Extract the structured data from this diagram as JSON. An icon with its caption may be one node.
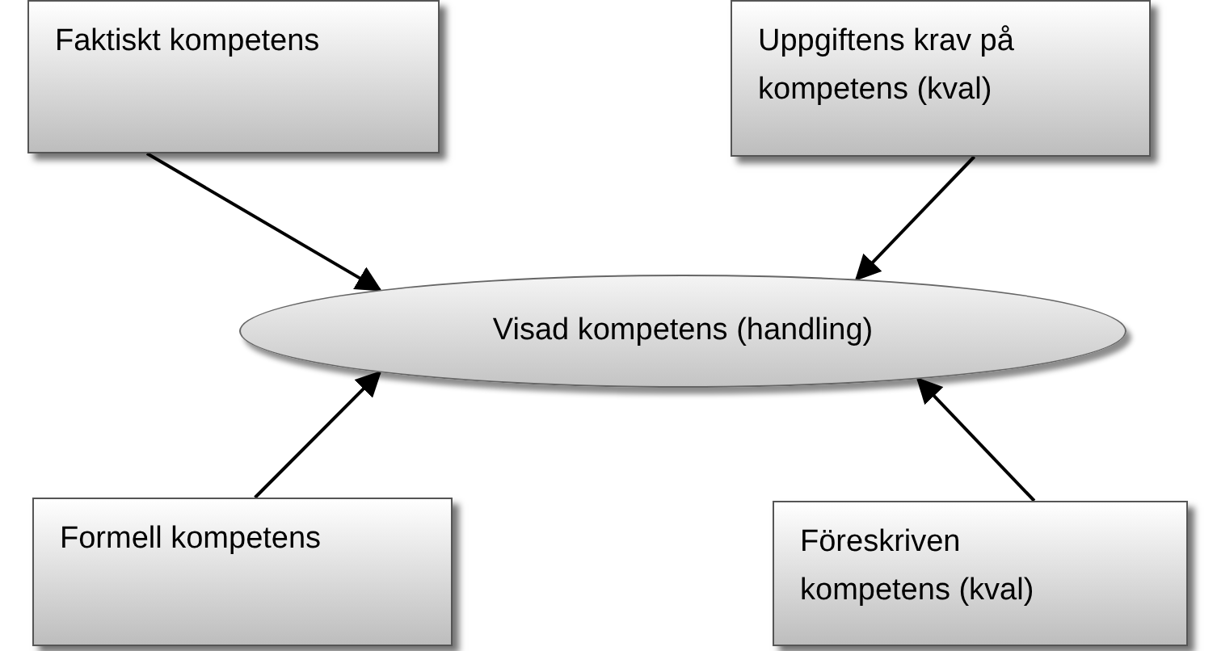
{
  "diagram": {
    "nodes": [
      {
        "text": [
          "Faktiskt kompetens"
        ]
      },
      {
        "text": [
          "Uppgiftens krav på kompetens (kval)"
        ]
      },
      {
        "text": [
          "Visad kompetens (handling)"
        ]
      },
      {
        "text": [
          "Formell kompetens"
        ]
      },
      {
        "text": [
          "Föreskriven kompetens (kval)"
        ]
      }
    ],
    "edges": [
      {
        "from": 0,
        "to": 2,
        "arrow": "to"
      },
      {
        "from": 1,
        "to": 2,
        "arrow": "to"
      },
      {
        "from": 3,
        "to": 2,
        "arrow": "to"
      },
      {
        "from": 4,
        "to": 2,
        "arrow": "to"
      }
    ]
  }
}
